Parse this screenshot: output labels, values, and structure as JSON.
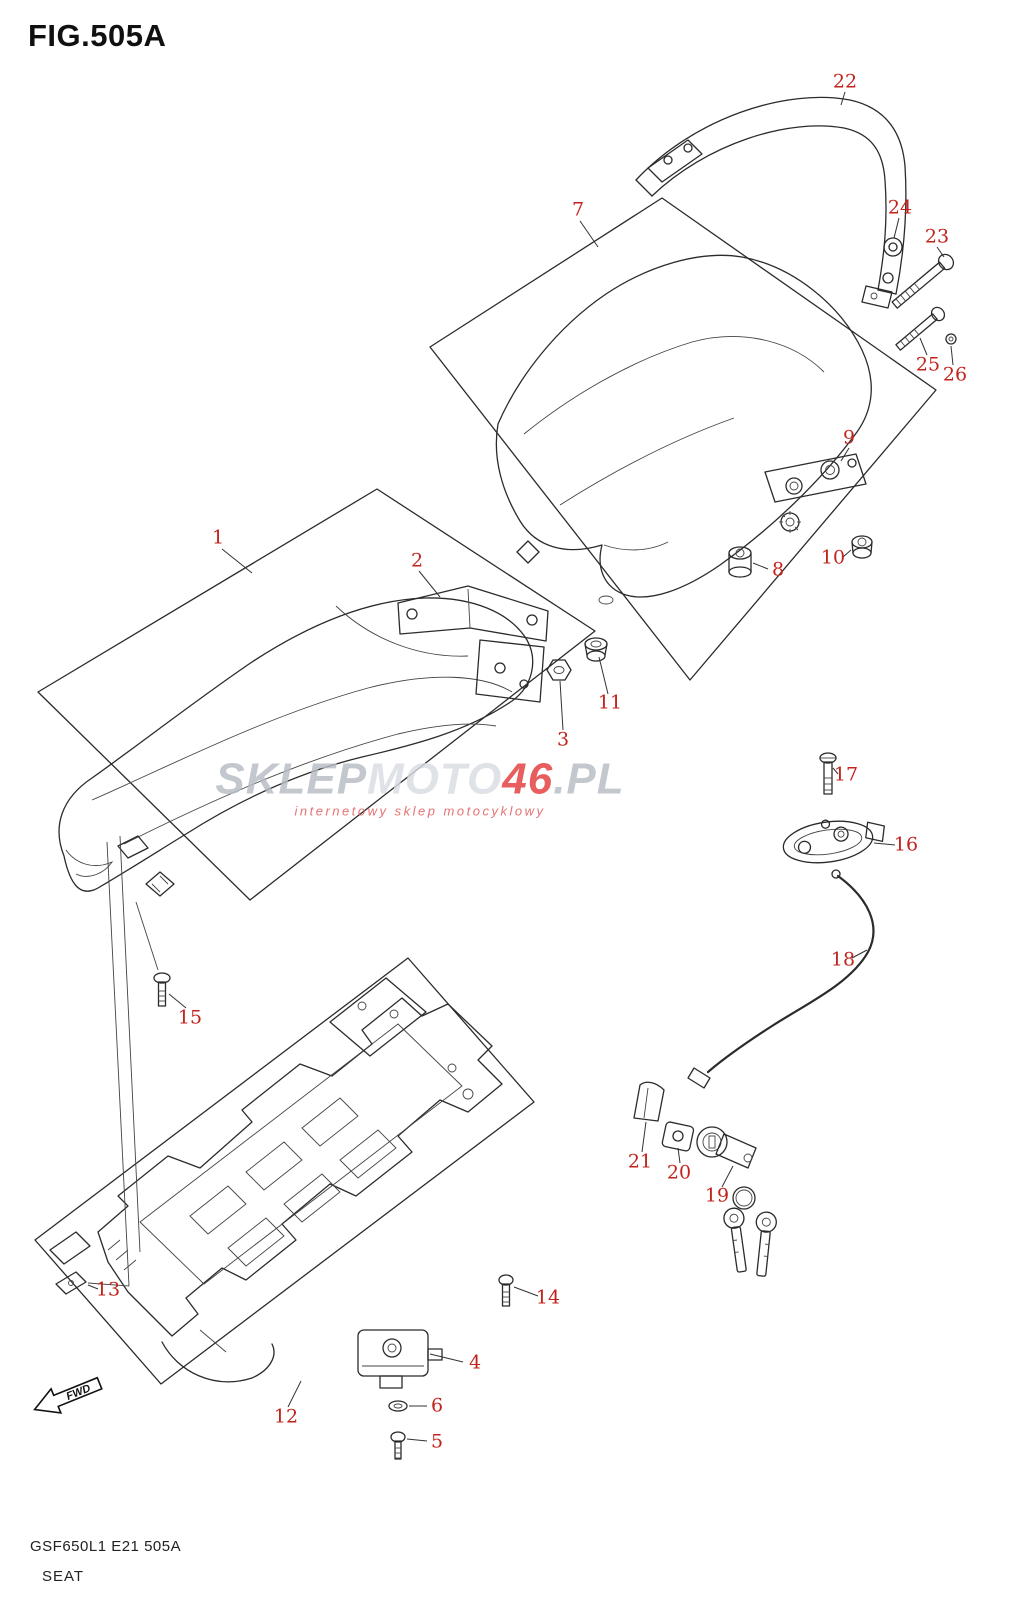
{
  "title": "FIG.505A",
  "figure": {
    "code": "GSF650L1 E21 505A",
    "name": "SEAT"
  },
  "watermark": {
    "seg1": "SKLEP",
    "seg2": "MOTO",
    "seg3": "46",
    "seg4": ".PL",
    "subtitle": "internetowy sklep motocyklowy"
  },
  "fwd_label": "FWD",
  "colors": {
    "callout_red": "#c2231c",
    "line": "#2b2b2b",
    "watermark_gray": "#b7bcc4",
    "watermark_red": "#e43b3b"
  },
  "callouts": [
    {
      "id": 1,
      "label": "1"
    },
    {
      "id": 2,
      "label": "2"
    },
    {
      "id": 3,
      "label": "3"
    },
    {
      "id": 4,
      "label": "4"
    },
    {
      "id": 5,
      "label": "5"
    },
    {
      "id": 6,
      "label": "6"
    },
    {
      "id": 7,
      "label": "7"
    },
    {
      "id": 8,
      "label": "8"
    },
    {
      "id": 9,
      "label": "9"
    },
    {
      "id": 10,
      "label": "10"
    },
    {
      "id": 11,
      "label": "11"
    },
    {
      "id": 12,
      "label": "12"
    },
    {
      "id": 13,
      "label": "13"
    },
    {
      "id": 14,
      "label": "14"
    },
    {
      "id": 15,
      "label": "15"
    },
    {
      "id": 16,
      "label": "16"
    },
    {
      "id": 17,
      "label": "17"
    },
    {
      "id": 18,
      "label": "18"
    },
    {
      "id": 19,
      "label": "19"
    },
    {
      "id": 20,
      "label": "20"
    },
    {
      "id": 21,
      "label": "21"
    },
    {
      "id": 22,
      "label": "22"
    },
    {
      "id": 23,
      "label": "23"
    },
    {
      "id": 24,
      "label": "24"
    },
    {
      "id": 25,
      "label": "25"
    },
    {
      "id": 26,
      "label": "26"
    }
  ]
}
